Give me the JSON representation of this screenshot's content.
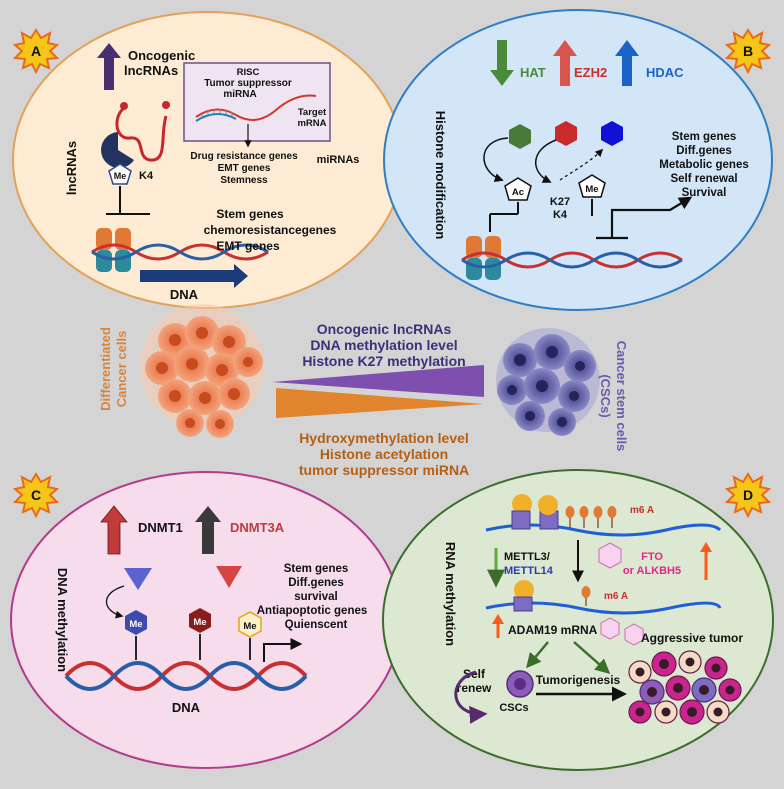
{
  "panels": {
    "A": {
      "badge": "A",
      "oncogenic": [
        "Oncogenic",
        "lncRNAs"
      ],
      "side_label": "lncRNAs",
      "risc": [
        "RISC",
        "Tumor suppressor",
        "miRNA"
      ],
      "target": [
        "Target",
        "mRNA"
      ],
      "mirna_label": "miRNAs",
      "outcomes": [
        "Drug resistance genes",
        "EMT genes",
        "Stemness"
      ],
      "me": "Me",
      "k4": "K4",
      "genes": [
        "Stem genes",
        "chemoresistancegenes",
        "EMT genes"
      ],
      "dna": "DNA"
    },
    "B": {
      "badge": "B",
      "hat": "HAT",
      "ezh2": "EZH2",
      "hdac": "HDAC",
      "side_label": "Histone modification",
      "ac": "Ac",
      "me": "Me",
      "k27": "K27",
      "k4": "K4",
      "genes": [
        "Stem genes",
        "Diff.genes",
        "Metabolic genes",
        "Self renewal",
        "Survival"
      ]
    },
    "center": {
      "left_label": [
        "Differentiated",
        "Cancer cells"
      ],
      "right_label": [
        "Cancer  stem cells",
        "(CSCs)"
      ],
      "top_lines": [
        "Oncogenic lncRNAs",
        "DNA methylation level",
        "Histone K27 methylation"
      ],
      "bottom_lines": [
        "Hydroxymethylation level",
        "Histone acetylation",
        "tumor suppressor miRNA"
      ]
    },
    "C": {
      "badge": "C",
      "dnmt1": "DNMT1",
      "dnmt3a": "DNMT3A",
      "side_label": "DNA methylation",
      "me": "Me",
      "genes": [
        "Stem genes",
        "Diff.genes",
        "survival",
        "Antiapoptotic genes",
        "Quienscent"
      ],
      "dna": "DNA"
    },
    "D": {
      "badge": "D",
      "m6a_top": "m6 A",
      "m6a_mid": "m6 A",
      "writers": [
        "METTL3/",
        "METTL14"
      ],
      "erasers": [
        "FTO",
        "or ALKBH5"
      ],
      "side_label": "RNA methylation",
      "adam": "ADAM19 mRNA",
      "aggressive": "Aggressive tumor",
      "self_renew": [
        "Self",
        "renew"
      ],
      "tumorigenesis": "Tumorigenesis",
      "cscs": "CSCs"
    }
  },
  "colors": {
    "background": "#d4d4d4",
    "panel_A": "#fdebd3",
    "panel_B": "#d3e6f7",
    "panel_C": "#f7dcec",
    "panel_D": "#dde8d2",
    "purple": "#7e4fae",
    "orange": "#e0852e",
    "red": "#d12b2b",
    "blue": "#1a63c9",
    "green": "#3a7a2a"
  }
}
